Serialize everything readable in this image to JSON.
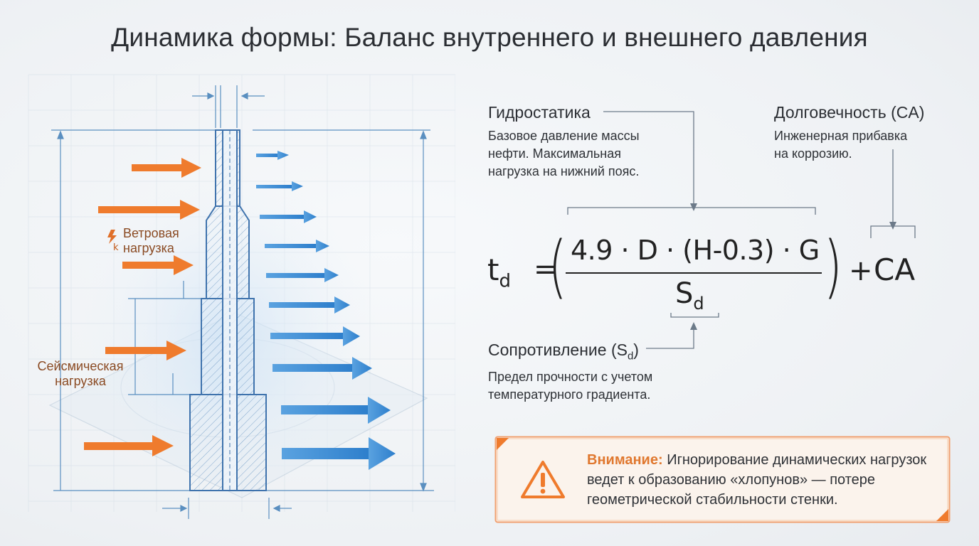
{
  "title": "Динамика формы: Баланс внутреннего и внешнего давления",
  "colors": {
    "accent_orange": "#ef7b2d",
    "accent_blue": "#3f8fd4",
    "line_blue": "#5a8fc0",
    "text": "#2b2e33"
  },
  "diagram": {
    "wind_label": "Ветровая нагрузка",
    "seismic_label": "Сейсмическая нагрузка",
    "wind_symbol": "k"
  },
  "formula": {
    "lhs": "t",
    "lhs_sub": "d",
    "equals": "=",
    "numerator": "4.9 · D · (H-0.3) · G",
    "denominator": "S",
    "denominator_sub": "d",
    "plus": "+",
    "ca": "CA"
  },
  "annotations": {
    "hydrostatic": {
      "title": "Гидростатика",
      "text": "Базовое давление массы нефти. Максимальная нагрузка на нижний пояс."
    },
    "durability": {
      "title": "Долговечность (CA)",
      "text": "Инженерная прибавка на коррозию."
    },
    "resistance": {
      "title": "Сопротивление (S",
      "title_sub": "d",
      "title_end": ")",
      "text": "Предел прочности с учетом температурного градиента."
    }
  },
  "warning": {
    "icon": "warning-triangle-icon",
    "label": "Внимание:",
    "text": "Игнорирование динамических нагрузок ведет к образованию «хлопунов» — потере геометрической стабильности стенки."
  }
}
